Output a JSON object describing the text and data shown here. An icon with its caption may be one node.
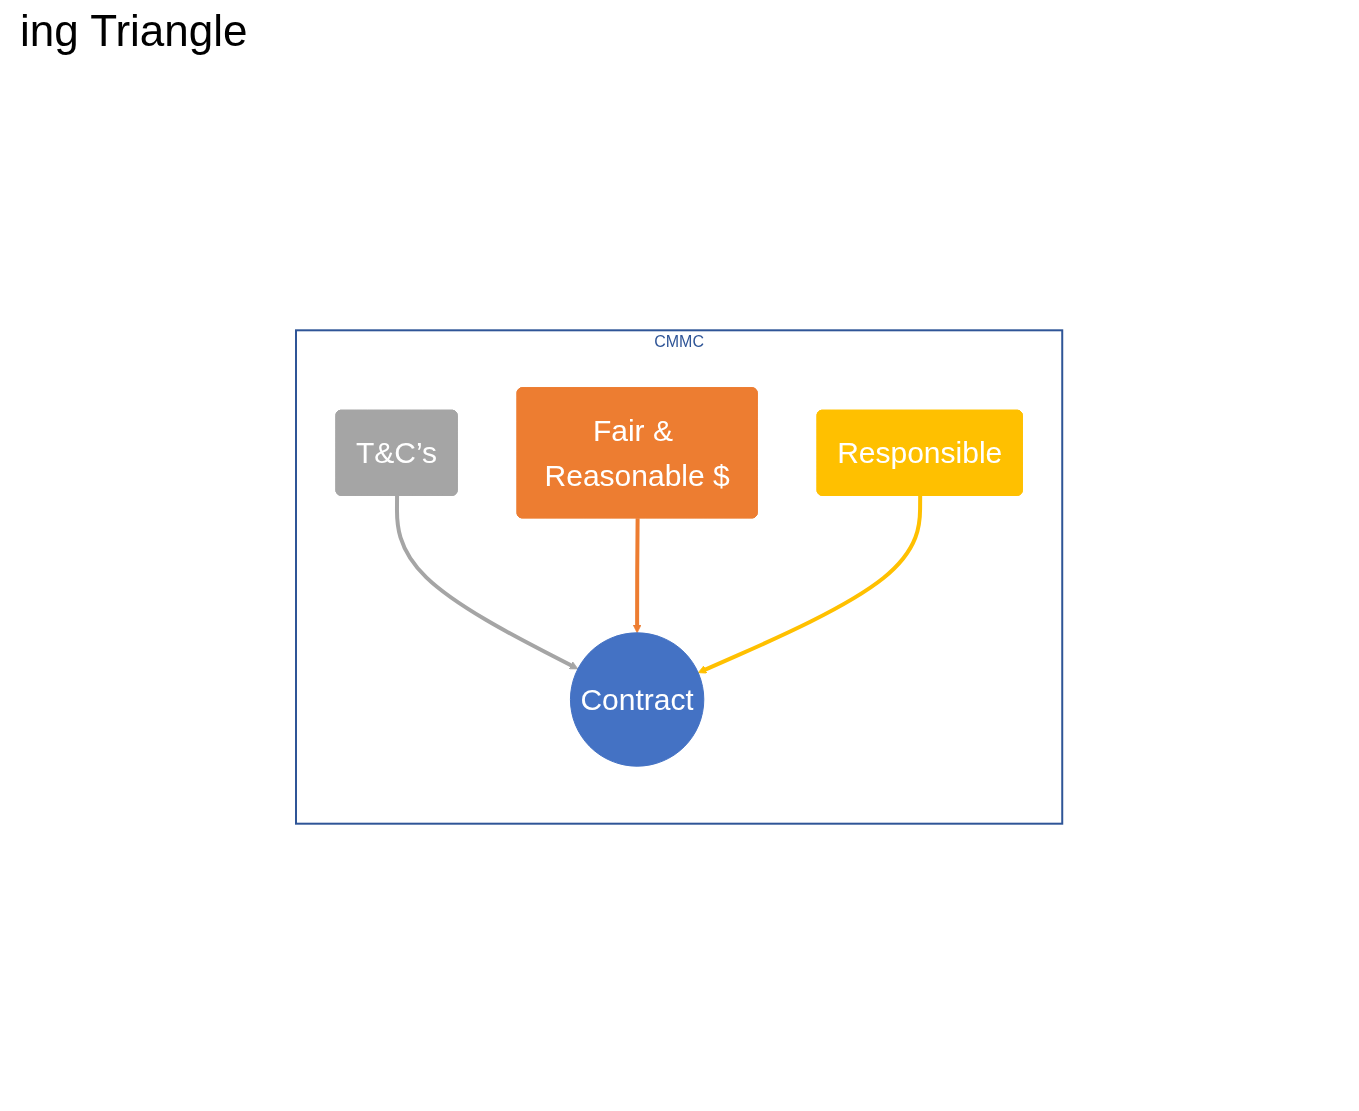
{
  "diagram": {
    "title": "ing Triangle",
    "nodes": [
      {
        "text": [
          "CMMC"
        ]
      },
      {
        "text": [
          "T&C’s"
        ],
        "in": 0
      },
      {
        "text": [
          "Fair & Reasonable $"
        ],
        "in": 0
      },
      {
        "text": [
          "Responsible"
        ],
        "in": 0
      },
      {
        "text": [
          "Contract"
        ],
        "in": 0
      }
    ],
    "edges": [
      {
        "from": 1,
        "to": 4,
        "arrow": "to",
        "color": "#a5a5a5"
      },
      {
        "from": 2,
        "to": 4,
        "arrow": "to",
        "color": "#ed7d31"
      },
      {
        "from": 3,
        "to": 4,
        "arrow": "to",
        "color": "#ffc000"
      }
    ]
  }
}
